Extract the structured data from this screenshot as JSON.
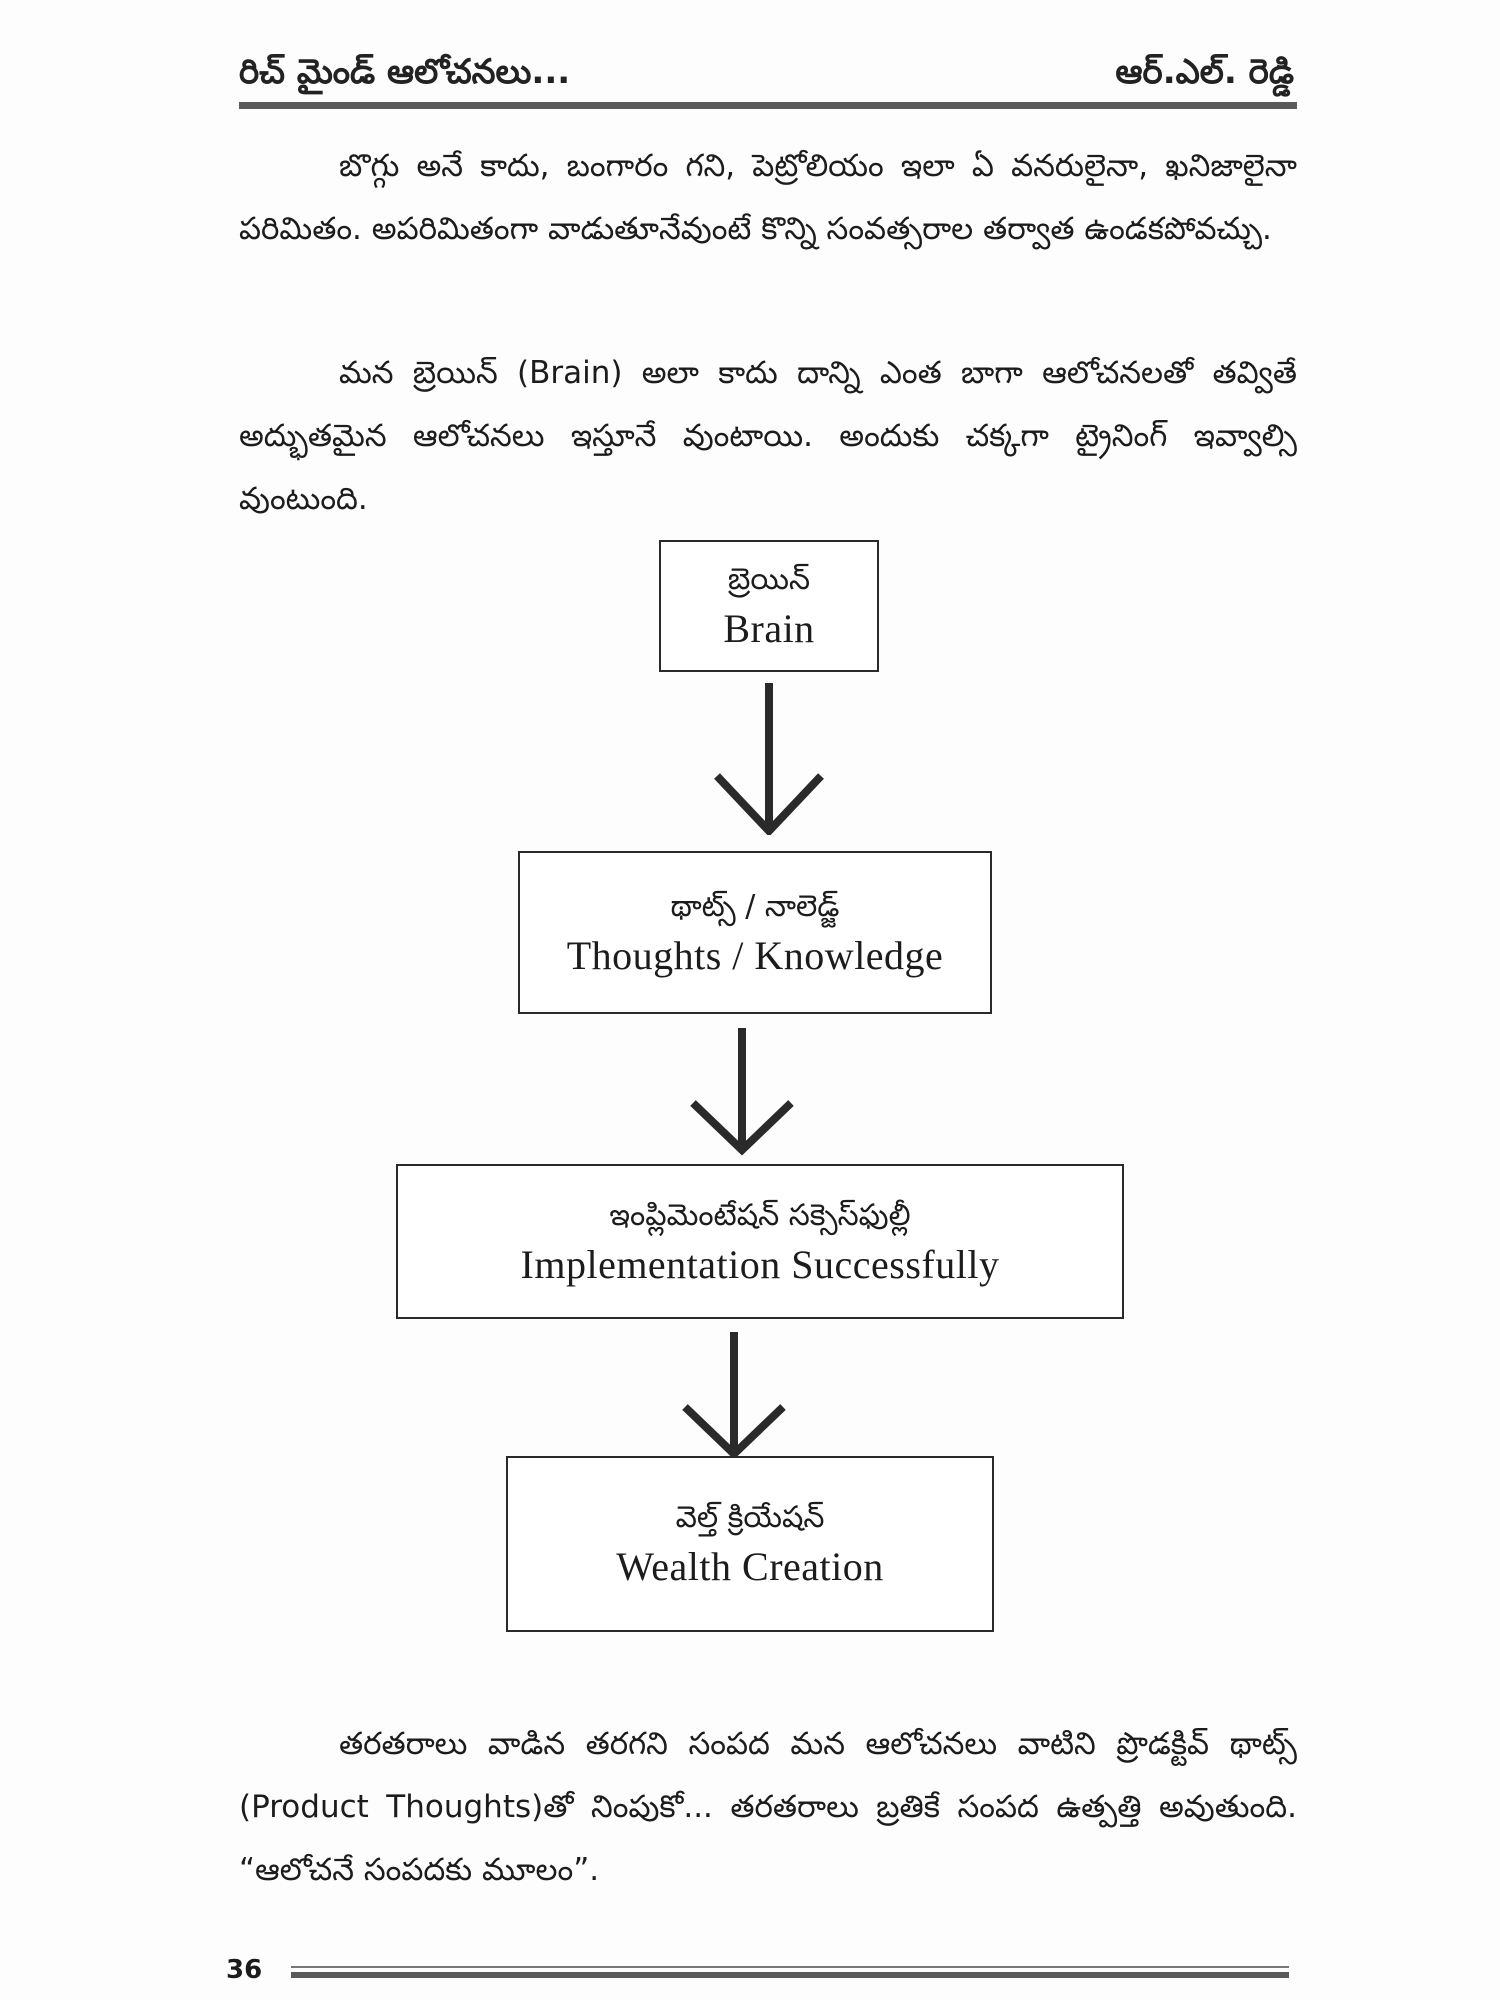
{
  "header": {
    "book_title": "రిచ్ మైండ్ ఆలోచనలు...",
    "author": "ఆర్.ఎల్. రెడ్డి"
  },
  "paragraphs": [
    "బొగ్గు అనే కాదు, బంగారం గని, పెట్రోలియం ఇలా ఏ వనరులైనా, ఖనిజాలైనా పరిమితం. అపరిమితంగా వాడుతూనేవుంటే కొన్ని సంవత్సరాల తర్వాత ఉండకపోవచ్చు.",
    "మన బ్రెయిన్ (Brain) అలా కాదు దాన్ని ఎంత బాగా ఆలోచనలతో తవ్వితే అద్భుతమైన ఆలోచనలు ఇస్తూనే వుంటాయి. అందుకు చక్కగా ట్రైనింగ్ ఇవ్వాల్సి వుంటుంది.",
    "తరతరాలు వాడిన తరగని సంపద మన ఆలోచనలు వాటిని ప్రొడక్టివ్ థాట్స్ (Product Thoughts)తో నింపుకో... తరతరాలు బ్రతికే సంపద ఉత్పత్తి అవుతుంది. “ఆలోచనే సంపదకు మూలం”."
  ],
  "flowchart": [
    {
      "telugu": "బ్రెయిన్",
      "english": "Brain"
    },
    {
      "telugu": "థాట్స్ / నాలెడ్జ్",
      "english": "Thoughts / Knowledge"
    },
    {
      "telugu": "ఇంప్లిమెంటేషన్ సక్సెస్‌ఫుల్లీ",
      "english": "Implementation Successfully"
    },
    {
      "telugu": "వెల్త్ క్రియేషన్",
      "english": "Wealth Creation"
    }
  ],
  "footer": {
    "page_number": "36"
  }
}
